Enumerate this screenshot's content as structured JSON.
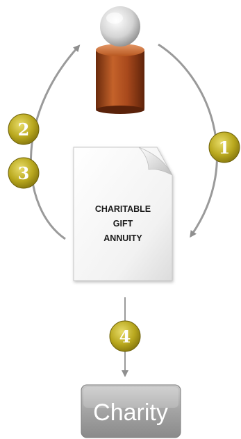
{
  "steps": [
    "1",
    "2",
    "3",
    "4"
  ],
  "document": {
    "line1": "CHARITABLE",
    "line2": "GIFT",
    "line3": "ANNUITY"
  },
  "charity": {
    "label": "Charity"
  },
  "colors": {
    "arrow": "#9a9a9a",
    "badge_gold": "#b3a21a",
    "person_head": "#c8c8c8",
    "person_body": "#8a3a12",
    "charity_box": "#9c9c9c"
  }
}
